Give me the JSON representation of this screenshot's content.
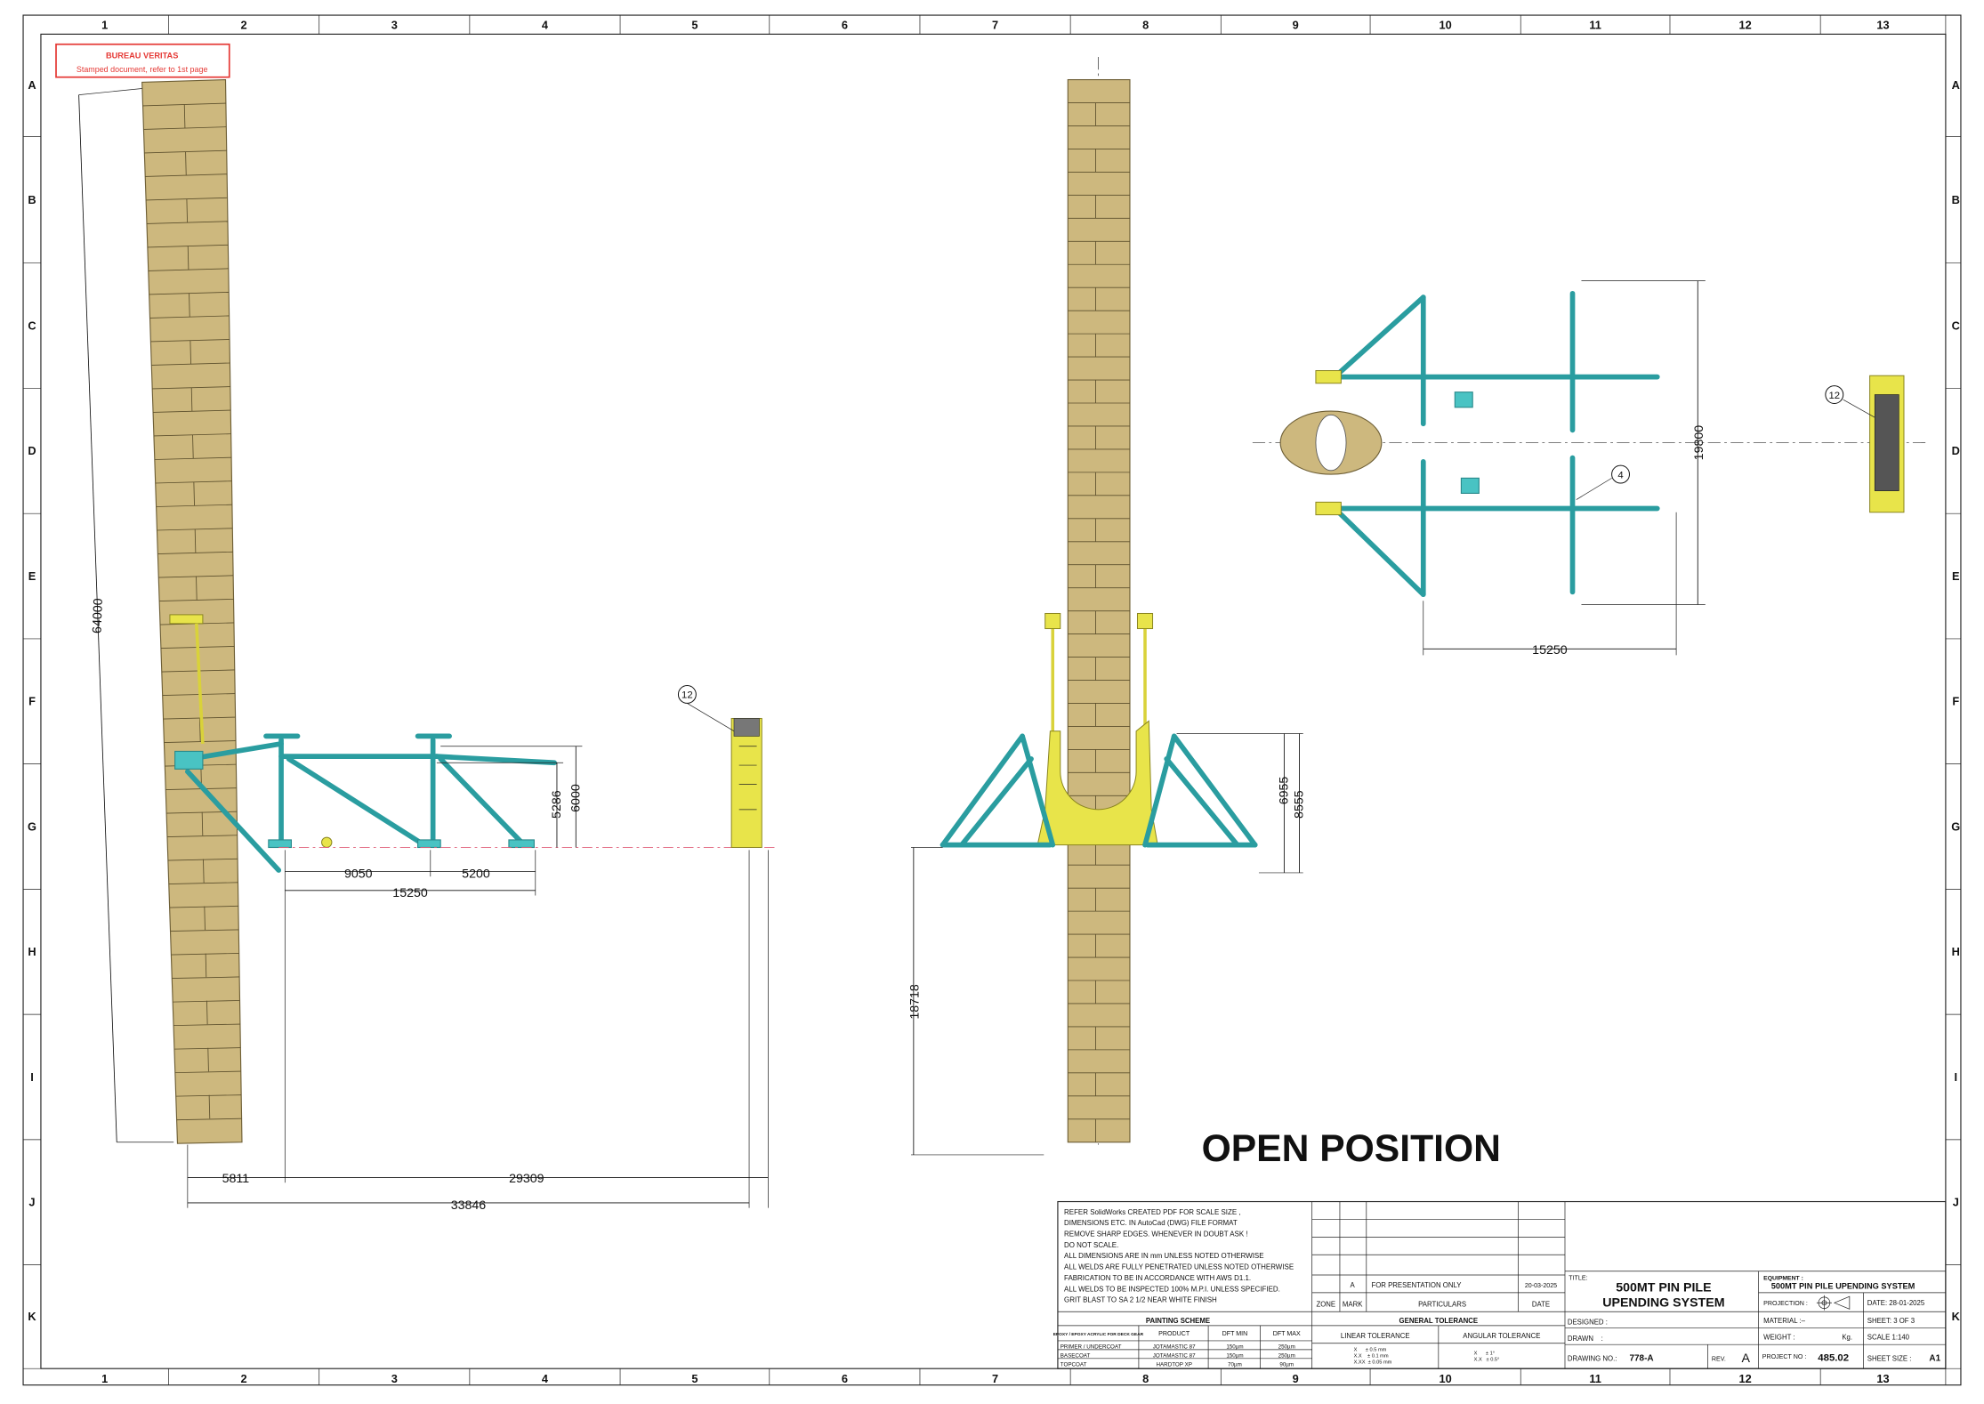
{
  "sheet": {
    "columns": [
      "1",
      "2",
      "3",
      "4",
      "5",
      "6",
      "7",
      "8",
      "9",
      "10",
      "11",
      "12",
      "13"
    ],
    "rows": [
      "A",
      "B",
      "C",
      "D",
      "E",
      "F",
      "G",
      "H",
      "I",
      "J",
      "K"
    ]
  },
  "stamp": {
    "title": "BUREAU VERITAS",
    "subtitle": "Stamped document, refer to 1st page"
  },
  "side_view": {
    "pile_length": "64000",
    "height_a": "5286",
    "height_b": "6000",
    "span_a": "9050",
    "span_b": "5200",
    "span_total": "15250",
    "offset_a": "5811",
    "offset_b": "29309",
    "overall": "33846",
    "balloon": "12"
  },
  "front_view": {
    "pile_below": "18718",
    "height_a": "6955",
    "height_b": "8555"
  },
  "plan_view": {
    "width": "19800",
    "length": "15250",
    "balloon_item": "4",
    "balloon_end": "12"
  },
  "view_label": "OPEN POSITION",
  "notes": [
    "REFER SolidWorks CREATED PDF FOR SCALE SIZE ,",
    "DIMENSIONS ETC. IN AutoCad (DWG) FILE FORMAT",
    "REMOVE SHARP EDGES.  WHENEVER IN DOUBT ASK !",
    "DO NOT SCALE.",
    "ALL DIMENSIONS ARE IN mm UNLESS NOTED OTHERWISE",
    "ALL WELDS ARE FULLY PENETRATED UNLESS NOTED OTHERWISE",
    "FABRICATION TO BE IN ACCORDANCE WITH AWS D1.1.",
    "ALL WELDS TO BE INSPECTED 100% M.P.I. UNLESS SPECIFIED.",
    "GRIT BLAST TO SA 2 1/2 NEAR WHITE FINISH"
  ],
  "revisions": {
    "headers": {
      "zone": "ZONE",
      "mark": "MARK",
      "particulars": "PARTICULARS",
      "date": "DATE"
    },
    "row": {
      "zone": "",
      "mark": "A",
      "particulars": "FOR PRESENTATION ONLY",
      "date": "20-03-2025"
    }
  },
  "painting": {
    "title": "PAINTING SCHEME",
    "headers": [
      "EPOXY / EPOXY ACRYLIC FOR DECK GEAR",
      "PRODUCT",
      "DFT MIN",
      "DFT MAX"
    ],
    "rows": [
      [
        "PRIMER / UNDERCOAT",
        "JOTAMASTIC 87",
        "150µm",
        "250µm"
      ],
      [
        "BASECOAT",
        "JOTAMASTIC 87",
        "150µm",
        "250µm"
      ],
      [
        "TOPCOAT",
        "HARDTOP XP",
        "70µm",
        "90µm"
      ]
    ]
  },
  "tolerance": {
    "title": "GENERAL TOLERANCE",
    "linear_label": "LINEAR TOLERANCE",
    "angular_label": "ANGULAR TOLERANCE",
    "linear": [
      "X      ± 0.5 mm",
      "X.X    ± 0.1 mm",
      "X.XX  ± 0.05 mm"
    ],
    "angular": [
      "X      ± 1°",
      "X.X   ± 0.5°"
    ]
  },
  "title_block": {
    "title_label": "TITLE:",
    "title_line1": "500MT PIN PILE",
    "title_line2": "UPENDING SYSTEM",
    "designed_label": "DESIGNED :",
    "drawn_label": "DRAWN    :",
    "drawing_no_label": "DRAWING NO.:",
    "drawing_no": "778-A",
    "rev_label": "REV.",
    "rev": "A",
    "equipment_label": "EQUIPMENT :",
    "equipment": "500MT PIN PILE UPENDING SYSTEM",
    "projection_label": "PROJECTION :",
    "date": "DATE:  28-01-2025",
    "material": "MATERIAL :–",
    "sheet": "SHEET:  3 OF 3",
    "weight_label": "WEIGHT :",
    "weight_unit": "Kg.",
    "scale": "SCALE 1:140",
    "project_no_label": "PROJECT NO :",
    "project_no": "485.02",
    "sheet_size_label": "SHEET SIZE :",
    "sheet_size": "A1"
  },
  "colors": {
    "structure": "#49c3c3",
    "cradle": "#e8e44a",
    "pile": "#cdb87e",
    "stamp": "#e53935"
  }
}
